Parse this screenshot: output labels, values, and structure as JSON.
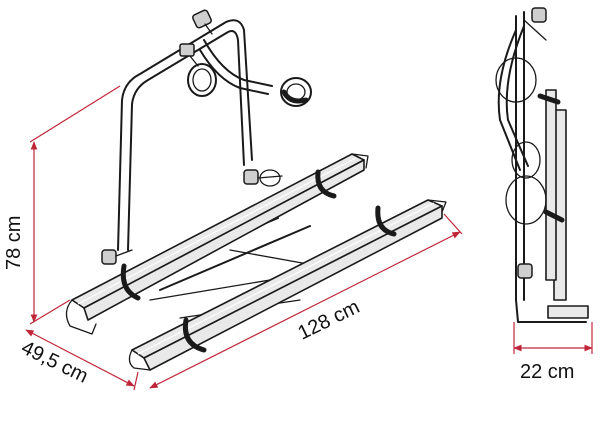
{
  "dimensions": {
    "height": "78 cm",
    "depth": "49,5 cm",
    "length": "128 cm",
    "width_folded": "22 cm"
  },
  "colors": {
    "dimension_line": "#c0263a",
    "outline": "#1a1a1a",
    "rail_fill": "#e9e9e9"
  }
}
